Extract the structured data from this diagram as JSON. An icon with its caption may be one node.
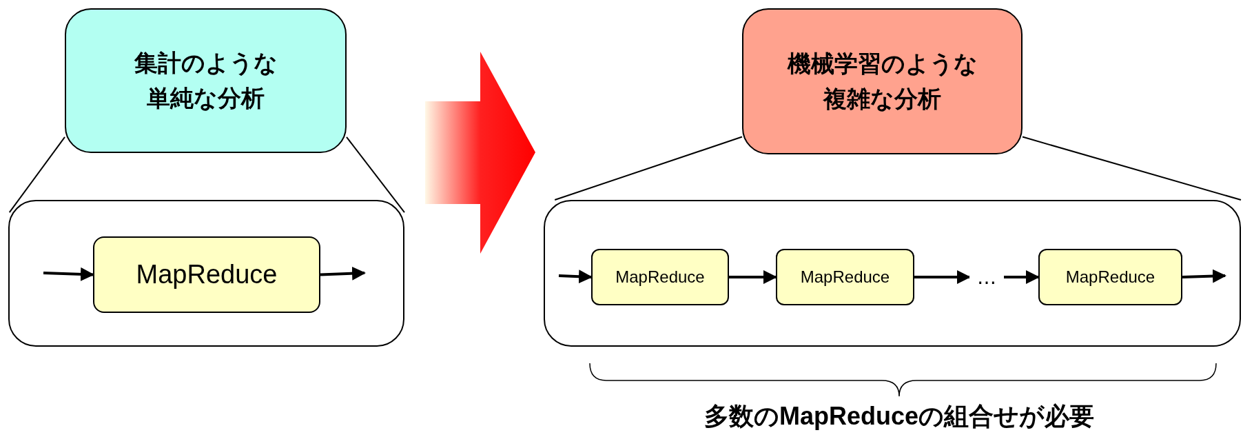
{
  "diagram": {
    "nodes": [
      {
        "text": [
          "集計のような単純な分析"
        ]
      },
      {
        "text": [],
        "shape": "box"
      },
      {
        "text": [
          "MapReduce"
        ],
        "in": 1
      },
      {
        "text": [
          "機械学習のような複雑な分析"
        ]
      },
      {
        "text": [],
        "shape": "box"
      },
      {
        "text": [
          "MapReduce"
        ],
        "in": 4
      },
      {
        "text": [
          "MapReduce"
        ],
        "in": 4
      },
      {
        "text": [
          "…"
        ],
        "in": 4
      },
      {
        "text": [
          "MapReduce"
        ],
        "in": 4
      }
    ],
    "edges": [
      {
        "from": 0,
        "to": 1,
        "arrow": "none"
      },
      {
        "from": 0,
        "to": 1,
        "arrow": "none"
      },
      {
        "from": null,
        "to": 2,
        "arrow": "to"
      },
      {
        "from": 2,
        "to": null,
        "arrow": "to"
      },
      {
        "from": 1,
        "to": 4,
        "arrow": "to",
        "style": "thick"
      },
      {
        "from": 3,
        "to": 4,
        "arrow": "none"
      },
      {
        "from": 3,
        "to": 4,
        "arrow": "none"
      },
      {
        "from": null,
        "to": 5,
        "arrow": "to"
      },
      {
        "from": 5,
        "to": 6,
        "arrow": "to"
      },
      {
        "from": 6,
        "to": 7,
        "arrow": "to"
      },
      {
        "from": 7,
        "to": 8,
        "arrow": "to"
      },
      {
        "from": 8,
        "to": null,
        "arrow": "to"
      }
    ],
    "labels": [
      "多数のMapReduceの組合せが必要"
    ]
  }
}
